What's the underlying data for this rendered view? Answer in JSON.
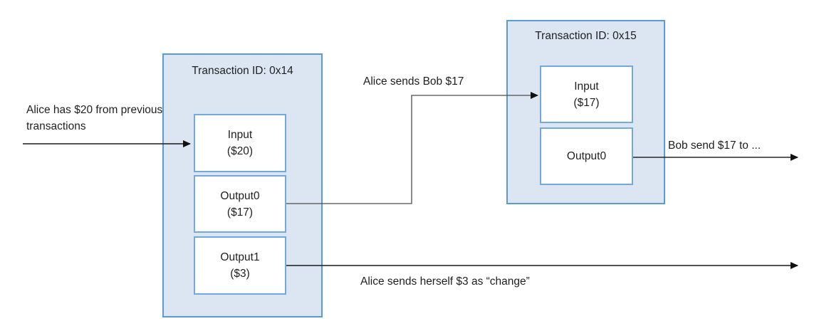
{
  "diagram": {
    "title_semantic": "Bitcoin-style transaction flow diagram",
    "transactions": [
      {
        "id_label": "Transaction ID: 0x14",
        "nodes": [
          {
            "name": "Input",
            "amount": "($20)"
          },
          {
            "name": "Output0",
            "amount": "($17)"
          },
          {
            "name": "Output1",
            "amount": "($3)"
          }
        ]
      },
      {
        "id_label": "Transaction ID: 0x15",
        "nodes": [
          {
            "name": "Input",
            "amount": "($17)"
          },
          {
            "name": "Output0"
          }
        ]
      }
    ],
    "annotations": {
      "incoming": "Alice has $20 from previous transactions",
      "alice_to_bob": "Alice sends Bob $17",
      "bob_onward": "Bob send $17 to ...",
      "change": "Alice sends herself $3 as “change”"
    },
    "colors": {
      "box_fill": "#dbe6f2",
      "box_border": "#5b9bd5",
      "node_fill": "#ffffff",
      "node_border": "#74a9db",
      "arrow": "#1a1a1a",
      "connector": "#4d4d4d"
    }
  }
}
